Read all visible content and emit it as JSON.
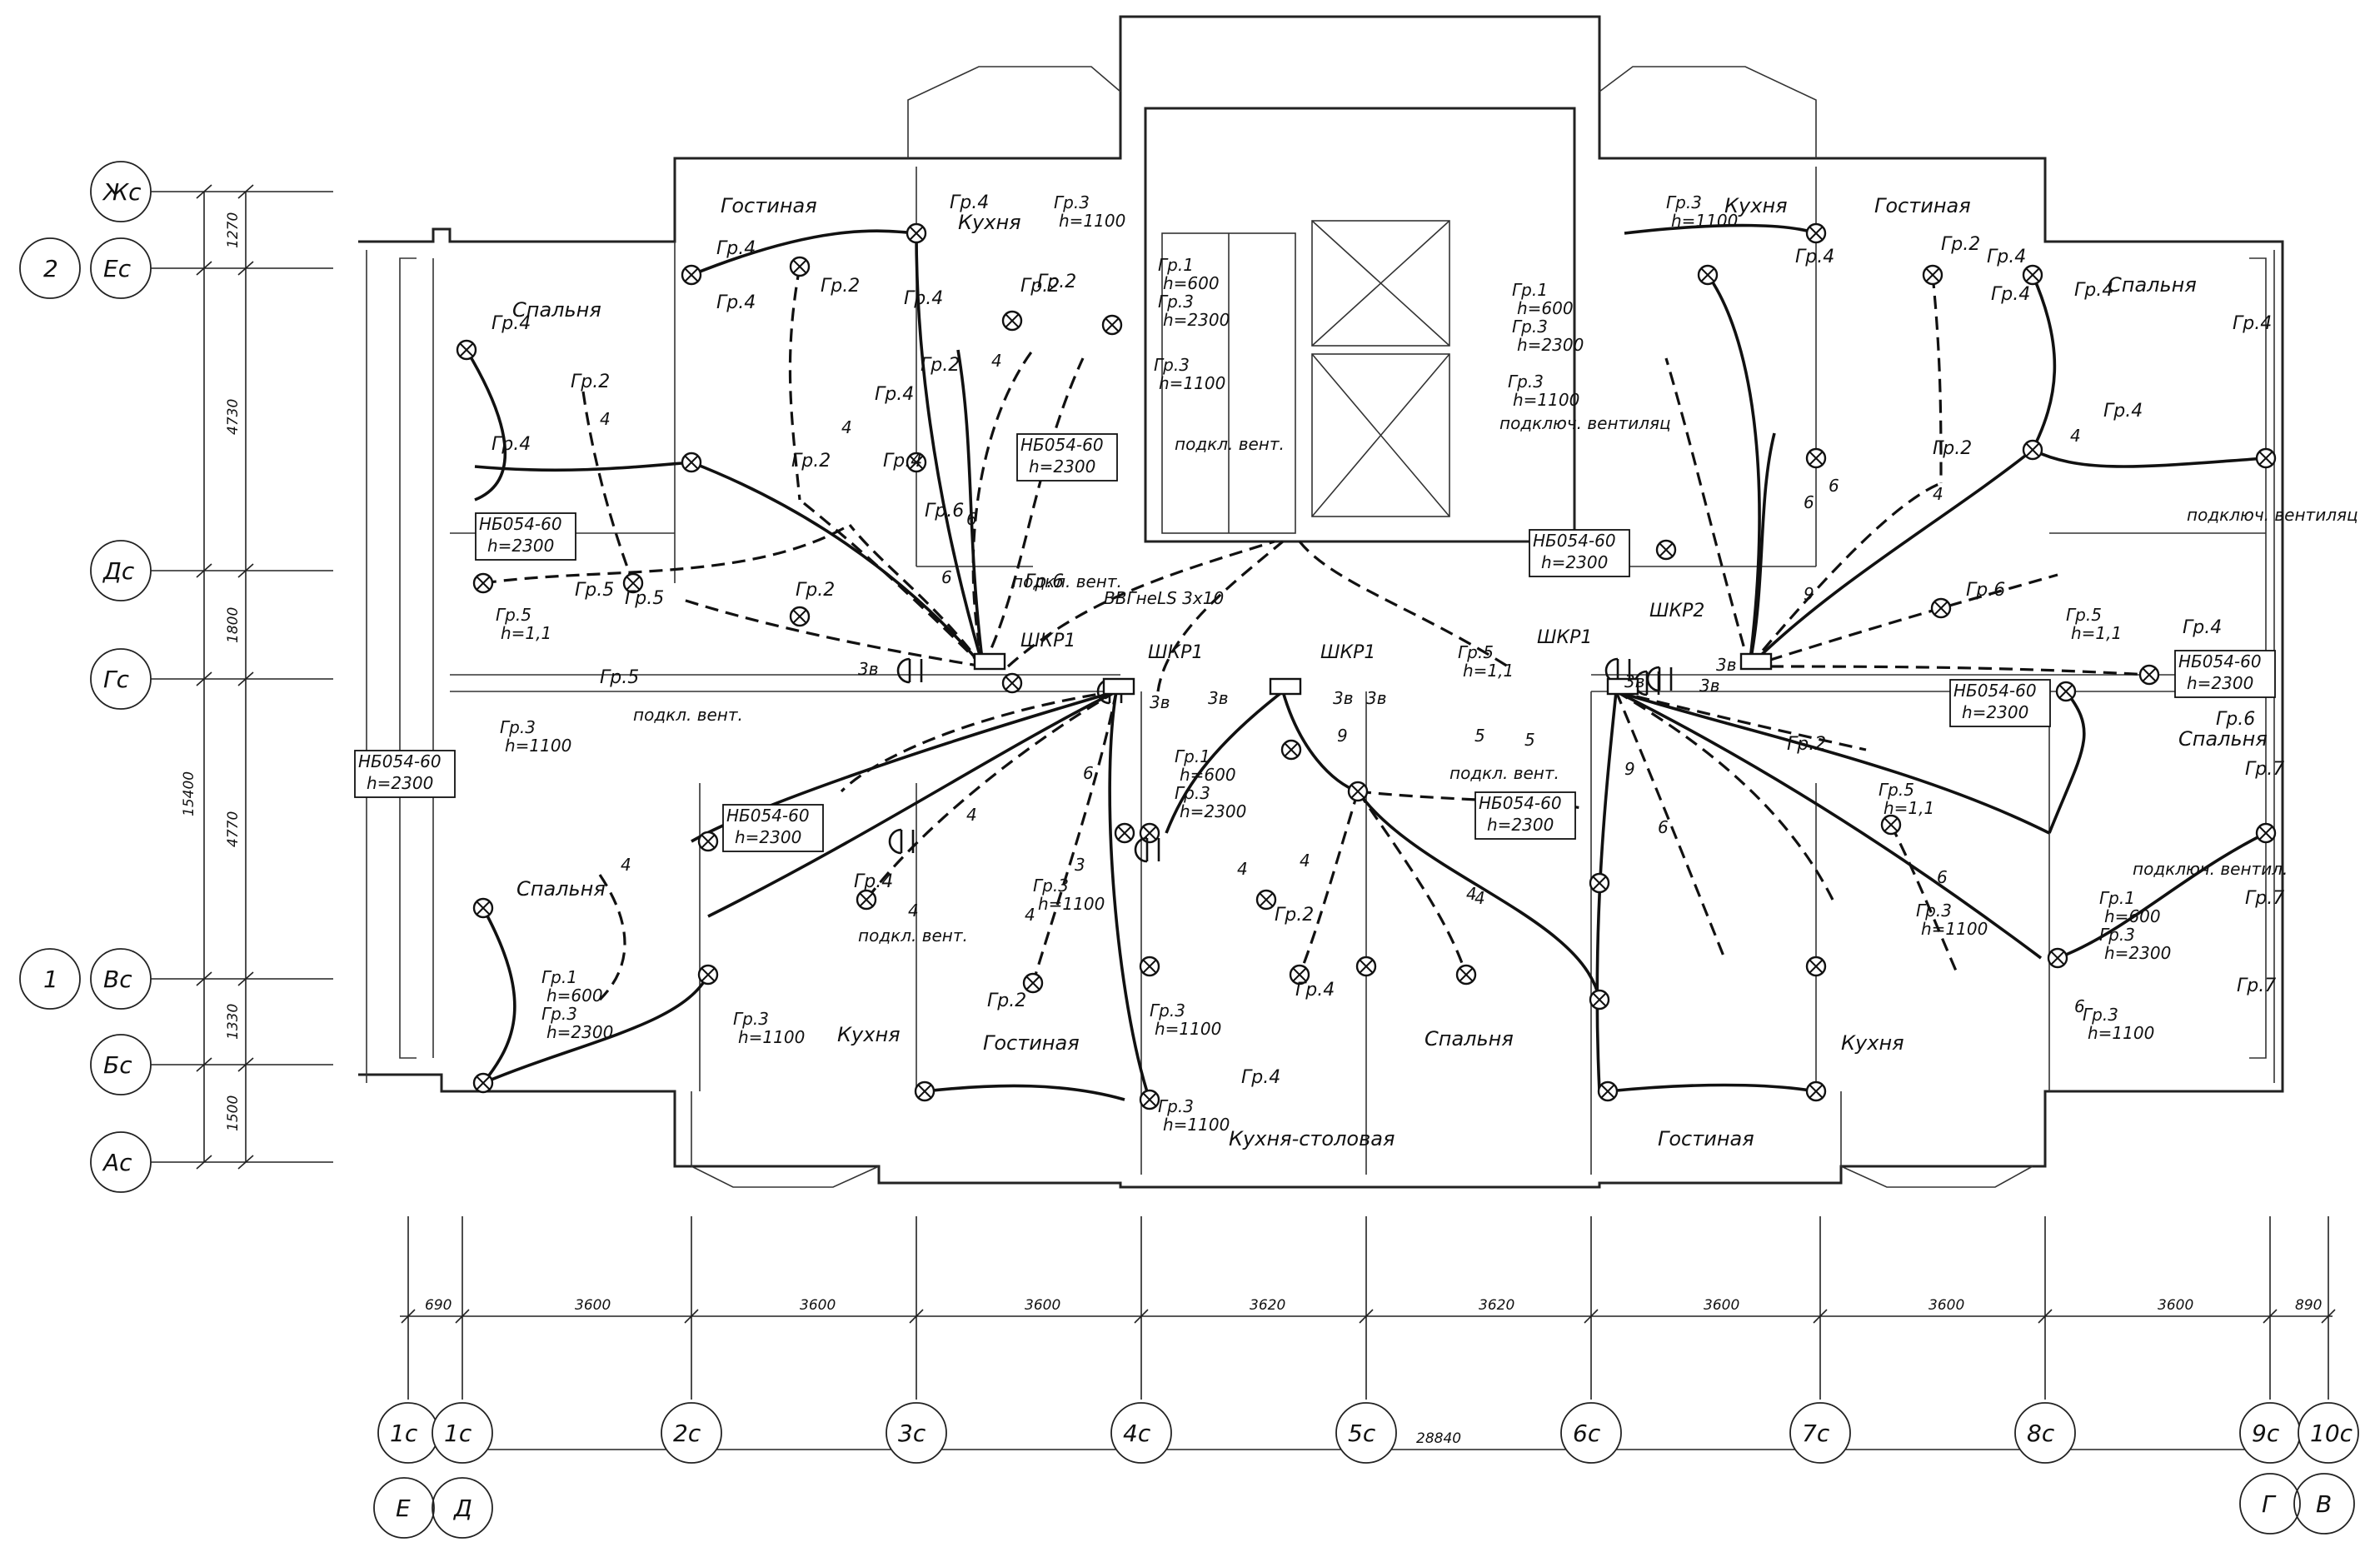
{
  "rooms": [
    {
      "label": "Гостиная"
    },
    {
      "label": "Кухня"
    },
    {
      "label": "Спальня"
    },
    {
      "label": "Кухня"
    },
    {
      "label": "Гостиная"
    },
    {
      "label": "Спальня"
    },
    {
      "label": "Спальня"
    },
    {
      "label": "Кухня"
    },
    {
      "label": "Гостиная"
    },
    {
      "label": "Кухня-столовая"
    },
    {
      "label": "Спальня"
    },
    {
      "label": "Гостиная"
    },
    {
      "label": "Кухня"
    },
    {
      "label": "Спальня"
    }
  ],
  "panels": [
    "ШКР1",
    "ШКР1",
    "ШКР1",
    "ШКР1",
    "ШКР2"
  ],
  "cable_label": "ВВГнеLS  3х10",
  "heaters": [
    {
      "model": "НБ054-60",
      "h": "h=2300"
    },
    {
      "model": "НБ054-60",
      "h": "h=2300"
    },
    {
      "model": "НБ054-60",
      "h": "h=2300"
    },
    {
      "model": "НБ054-60",
      "h": "h=2300"
    },
    {
      "model": "НБ054-60",
      "h": "h=2300"
    },
    {
      "model": "НБ054-60",
      "h": "h=2300"
    },
    {
      "model": "НБ054-60",
      "h": "h=2300"
    },
    {
      "model": "НБ054-60",
      "h": "h=2300"
    }
  ],
  "notes": [
    "подкл. вент.",
    "подключ. вентиляц",
    "подкл. вент.",
    "подключ. вентиляц",
    "подкл. вент.",
    "подкл. вент.",
    "подкл. вент.",
    "подключ. вентил."
  ],
  "group_labels": [
    "Гр.4",
    "Гр.4",
    "Гр.4",
    "Гр.4",
    "Гр.2",
    "Гр.2",
    "Гр.4",
    "Гр.4",
    "Гр.2",
    "Гр.6",
    "Гр.2",
    "Гр.5",
    "Гр.5",
    "Гр.5",
    "Гр.6",
    "Гр.2",
    "Гр.4",
    "Гр.4",
    "Гр.2",
    "Гр.2",
    "Гр.4",
    "Гр.4",
    "Гр.2",
    "Гр.4",
    "Гр.4",
    "Гр.2",
    "Гр.6",
    "Гр.2",
    "Гр.6",
    "Гр.4",
    "Гр.4",
    "Гр.4",
    "Гр.2",
    "Гр.4",
    "Гр.2",
    "Гр.4",
    "Гр.4",
    "Гр.7",
    "Гр.7",
    "Гр.7"
  ],
  "multi_labels": [
    {
      "lines": [
        "Гр.3",
        "h=1100"
      ]
    },
    {
      "lines": [
        "Гр.1",
        "h=600",
        "Гр.3",
        "h=2300"
      ]
    },
    {
      "lines": [
        "Гр.3",
        "h=1100"
      ]
    },
    {
      "lines": [
        "Гр.3",
        "h=1100"
      ]
    },
    {
      "lines": [
        "Гр.1",
        "h=600",
        "Гр.3",
        "h=2300"
      ]
    },
    {
      "lines": [
        "Гр.3",
        "h=1100"
      ]
    },
    {
      "lines": [
        "Гр.1",
        "h=600",
        "Гр.3",
        "h=2300"
      ]
    },
    {
      "lines": [
        "Гр.3",
        "h=1100"
      ]
    },
    {
      "lines": [
        "Гр.1",
        "h=600",
        "Гр.3",
        "h=2300"
      ]
    },
    {
      "lines": [
        "Гр.3",
        "h=1100"
      ]
    },
    {
      "lines": [
        "Гр.1",
        "h=600",
        "Гр.3",
        "h=2300"
      ]
    },
    {
      "lines": [
        "Гр.3",
        "h=1100"
      ]
    },
    {
      "lines": [
        "Гр.5",
        "h=1,1"
      ]
    },
    {
      "lines": [
        "Гр.5",
        "h=1,1"
      ]
    },
    {
      "lines": [
        "Гр.5",
        "h=1,1"
      ]
    },
    {
      "lines": [
        "Гр.5",
        "h=1,1"
      ]
    },
    {
      "lines": [
        "Гр.3",
        "h=1100"
      ]
    },
    {
      "lines": [
        "Гр.3",
        "h=1100"
      ]
    },
    {
      "lines": [
        "Гр.3",
        "h=1100"
      ]
    },
    {
      "lines": [
        "Гр.3",
        "h=1100"
      ]
    }
  ],
  "wire_counts": [
    "4",
    "4",
    "4",
    "6",
    "6",
    "4",
    "4",
    "4",
    "6",
    "9",
    "9",
    "6",
    "4",
    "4",
    "4",
    "6",
    "9",
    "6",
    "4",
    "6",
    "6",
    "4",
    "4",
    "3",
    "4",
    "5",
    "5",
    "3в",
    "3в",
    "3в",
    "3в",
    "3в",
    "3в",
    "3в",
    "3в"
  ],
  "left_axes": [
    {
      "name": "Жс"
    },
    {
      "name": "Ес"
    },
    {
      "name": "Дс"
    },
    {
      "name": "Гс"
    },
    {
      "name": "Вс"
    },
    {
      "name": "Бс"
    },
    {
      "name": "Ас"
    }
  ],
  "left_axis_numbers": [
    "2",
    "1"
  ],
  "left_dims": [
    "1270",
    "4730",
    "1800",
    "4770",
    "1330",
    "1500"
  ],
  "left_total": "15400",
  "bottom_axes": [
    {
      "name": "1с"
    },
    {
      "name": "1с"
    },
    {
      "name": "2с"
    },
    {
      "name": "3с"
    },
    {
      "name": "4с"
    },
    {
      "name": "5с"
    },
    {
      "name": "6с"
    },
    {
      "name": "7с"
    },
    {
      "name": "8с"
    },
    {
      "name": "9с"
    },
    {
      "name": "10с"
    }
  ],
  "bottom_dims": [
    "690",
    "3600",
    "3600",
    "3600",
    "3620",
    "3620",
    "3600",
    "3600",
    "3600",
    "890"
  ],
  "bottom_total": "28840",
  "bottom_letters": [
    "Е",
    "Д",
    "Г",
    "В"
  ]
}
